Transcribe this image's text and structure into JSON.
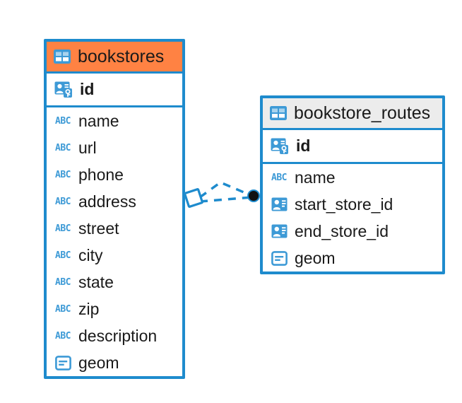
{
  "diagram": {
    "type": "entity-relationship-diagram",
    "background_color": "#ffffff",
    "accent_color": "#1e8bcd",
    "highlight_color": "#ff8243",
    "neutral_header_color": "#ececec"
  },
  "entities": [
    {
      "name": "bookstores",
      "header_style": "accent",
      "icon": "table-icon",
      "primary_key": {
        "label": "id",
        "icon": "primary-key-icon"
      },
      "fields": [
        {
          "label": "name",
          "icon": "text-field-icon"
        },
        {
          "label": "url",
          "icon": "text-field-icon"
        },
        {
          "label": "phone",
          "icon": "text-field-icon"
        },
        {
          "label": "address",
          "icon": "text-field-icon"
        },
        {
          "label": "street",
          "icon": "text-field-icon"
        },
        {
          "label": "city",
          "icon": "text-field-icon"
        },
        {
          "label": "state",
          "icon": "text-field-icon"
        },
        {
          "label": "zip",
          "icon": "text-field-icon"
        },
        {
          "label": "description",
          "icon": "text-field-icon"
        },
        {
          "label": "geom",
          "icon": "geometry-field-icon"
        }
      ]
    },
    {
      "name": "bookstore_routes",
      "header_style": "neutral",
      "icon": "table-icon",
      "primary_key": {
        "label": "id",
        "icon": "primary-key-icon"
      },
      "fields": [
        {
          "label": "name",
          "icon": "text-field-icon"
        },
        {
          "label": "start_store_id",
          "icon": "foreign-key-icon"
        },
        {
          "label": "end_store_id",
          "icon": "foreign-key-icon"
        },
        {
          "label": "geom",
          "icon": "geometry-field-icon"
        }
      ]
    }
  ],
  "relationship": {
    "line_style": "dashed",
    "line_color": "#1e8bcd",
    "source_marker": "diamond-outline",
    "target_marker": "filled-circle",
    "abc_glyph": "ABC"
  }
}
